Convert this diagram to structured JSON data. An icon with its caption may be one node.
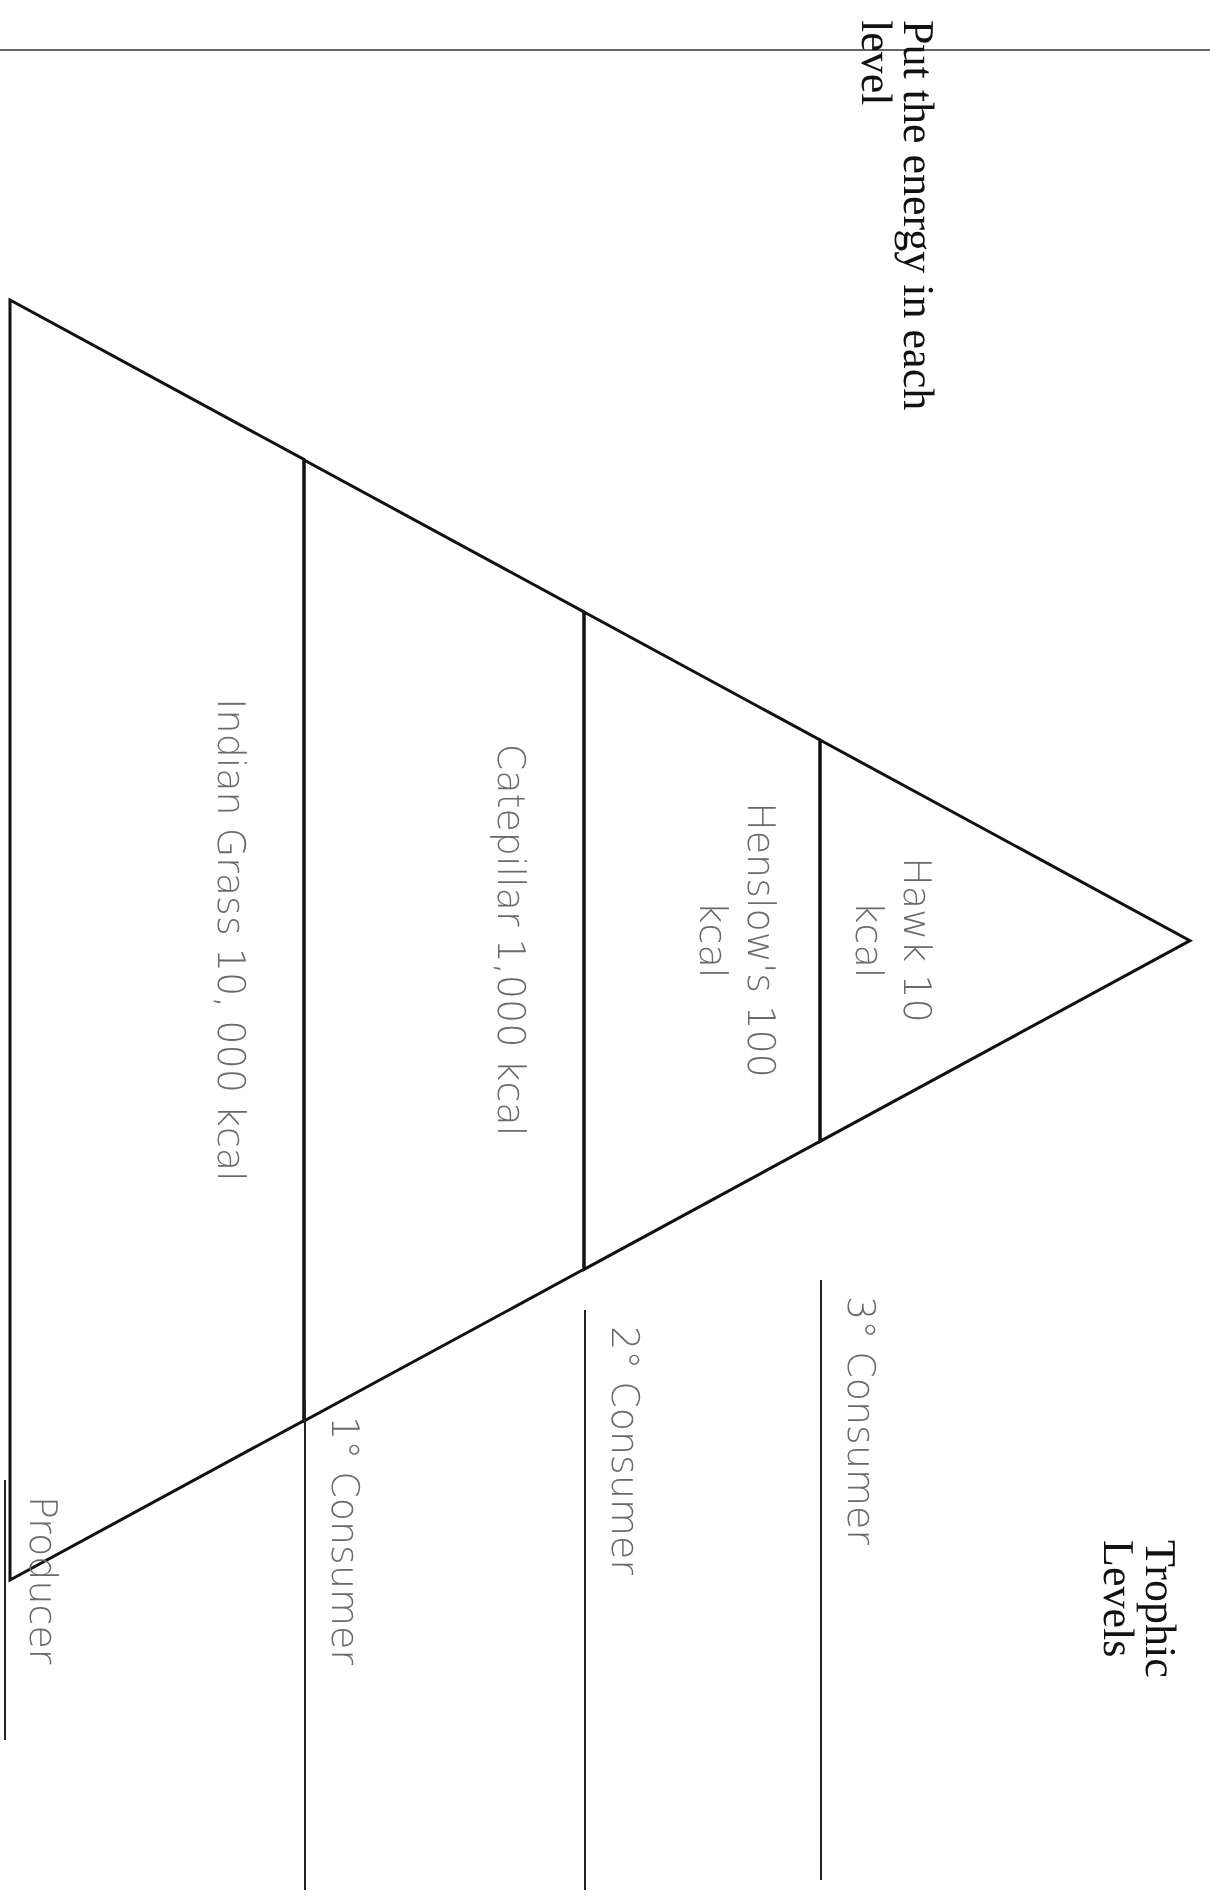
{
  "diagram": {
    "nodes": [
      {
        "text": [
          "Hawk 10 kcal"
        ]
      },
      {
        "text": [
          "Henslow's 100 kcal"
        ]
      },
      {
        "text": [
          "Catepillar 1,000 kcal"
        ]
      },
      {
        "text": [
          "Indian Grass 10, 000 kcal"
        ]
      }
    ],
    "labels": [
      "Put the energy in each level",
      "Trophic Levels",
      "3° Consumer",
      "2° Consumer",
      "1° Consumer",
      "Producer"
    ]
  }
}
